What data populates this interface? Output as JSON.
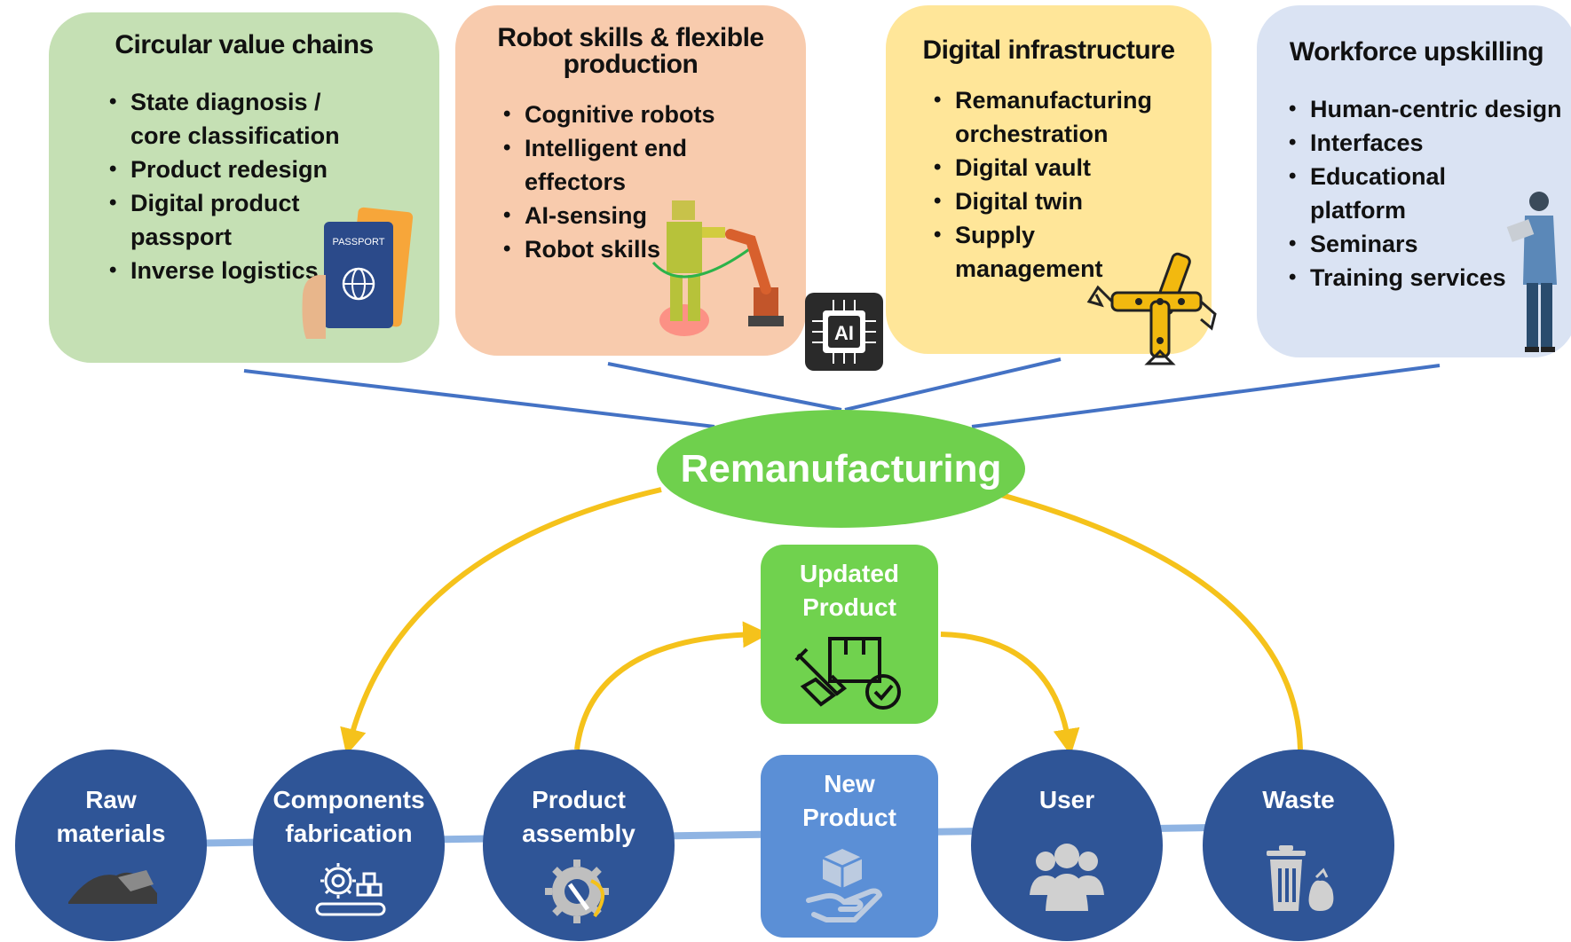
{
  "colors": {
    "circular_bg": "#c5e0b4",
    "robot_bg": "#f8cbad",
    "digital_bg": "#ffe699",
    "workforce_bg": "#dae3f3",
    "remanufacturing": "#6fd04d",
    "updated_product": "#70d24e",
    "new_product": "#5b8fd6",
    "lifecycle_node": "#2f5597",
    "arrow": "#f5c21b",
    "connector": "#4472c4",
    "baseline": "#8fb4e3"
  },
  "cards": {
    "circular": {
      "title": "Circular value chains",
      "items": [
        "State diagnosis /",
        "core classification",
        "Product redesign",
        "Digital product",
        "passport",
        "Inverse logistics"
      ],
      "icon": "passport-icon",
      "icon_text": "PASSPORT"
    },
    "robot": {
      "title_line1": "Robot skills & flexible",
      "title_line2": "production",
      "items": [
        "Cognitive robots",
        "Intelligent end",
        "effectors",
        "AI-sensing",
        "Robot skills"
      ],
      "icon": "robot-arm-icon"
    },
    "digital": {
      "title": "Digital infrastructure",
      "items": [
        "Remanufacturing",
        "orchestration",
        "Digital vault",
        "Digital twin",
        "Supply",
        "management"
      ],
      "icon": "gripper-icon"
    },
    "workforce": {
      "title": "Workforce upskilling",
      "items": [
        "Human-centric design",
        "Interfaces",
        "Educational",
        "platform",
        "Seminars",
        "Training services"
      ],
      "icon": "person-tablet-icon"
    }
  },
  "ai_chip": {
    "label": "AI",
    "icon": "ai-chip-icon"
  },
  "center": {
    "label": "Remanufacturing"
  },
  "updated_product": {
    "line1": "Updated",
    "line2": "Product",
    "icon": "repair-package-icon"
  },
  "new_product": {
    "line1": "New",
    "line2": "Product",
    "icon": "hand-package-icon"
  },
  "lifecycle": [
    {
      "line1": "Raw",
      "line2": "materials",
      "icon": "material-pile-icon"
    },
    {
      "line1": "Components",
      "line2": "fabrication",
      "icon": "gear-conveyor-icon"
    },
    {
      "line1": "Product",
      "line2": "assembly",
      "icon": "gear-tools-icon"
    },
    {
      "line1": "User",
      "line2": "",
      "icon": "users-icon"
    },
    {
      "line1": "Waste",
      "line2": "",
      "icon": "trash-bag-icon"
    }
  ]
}
